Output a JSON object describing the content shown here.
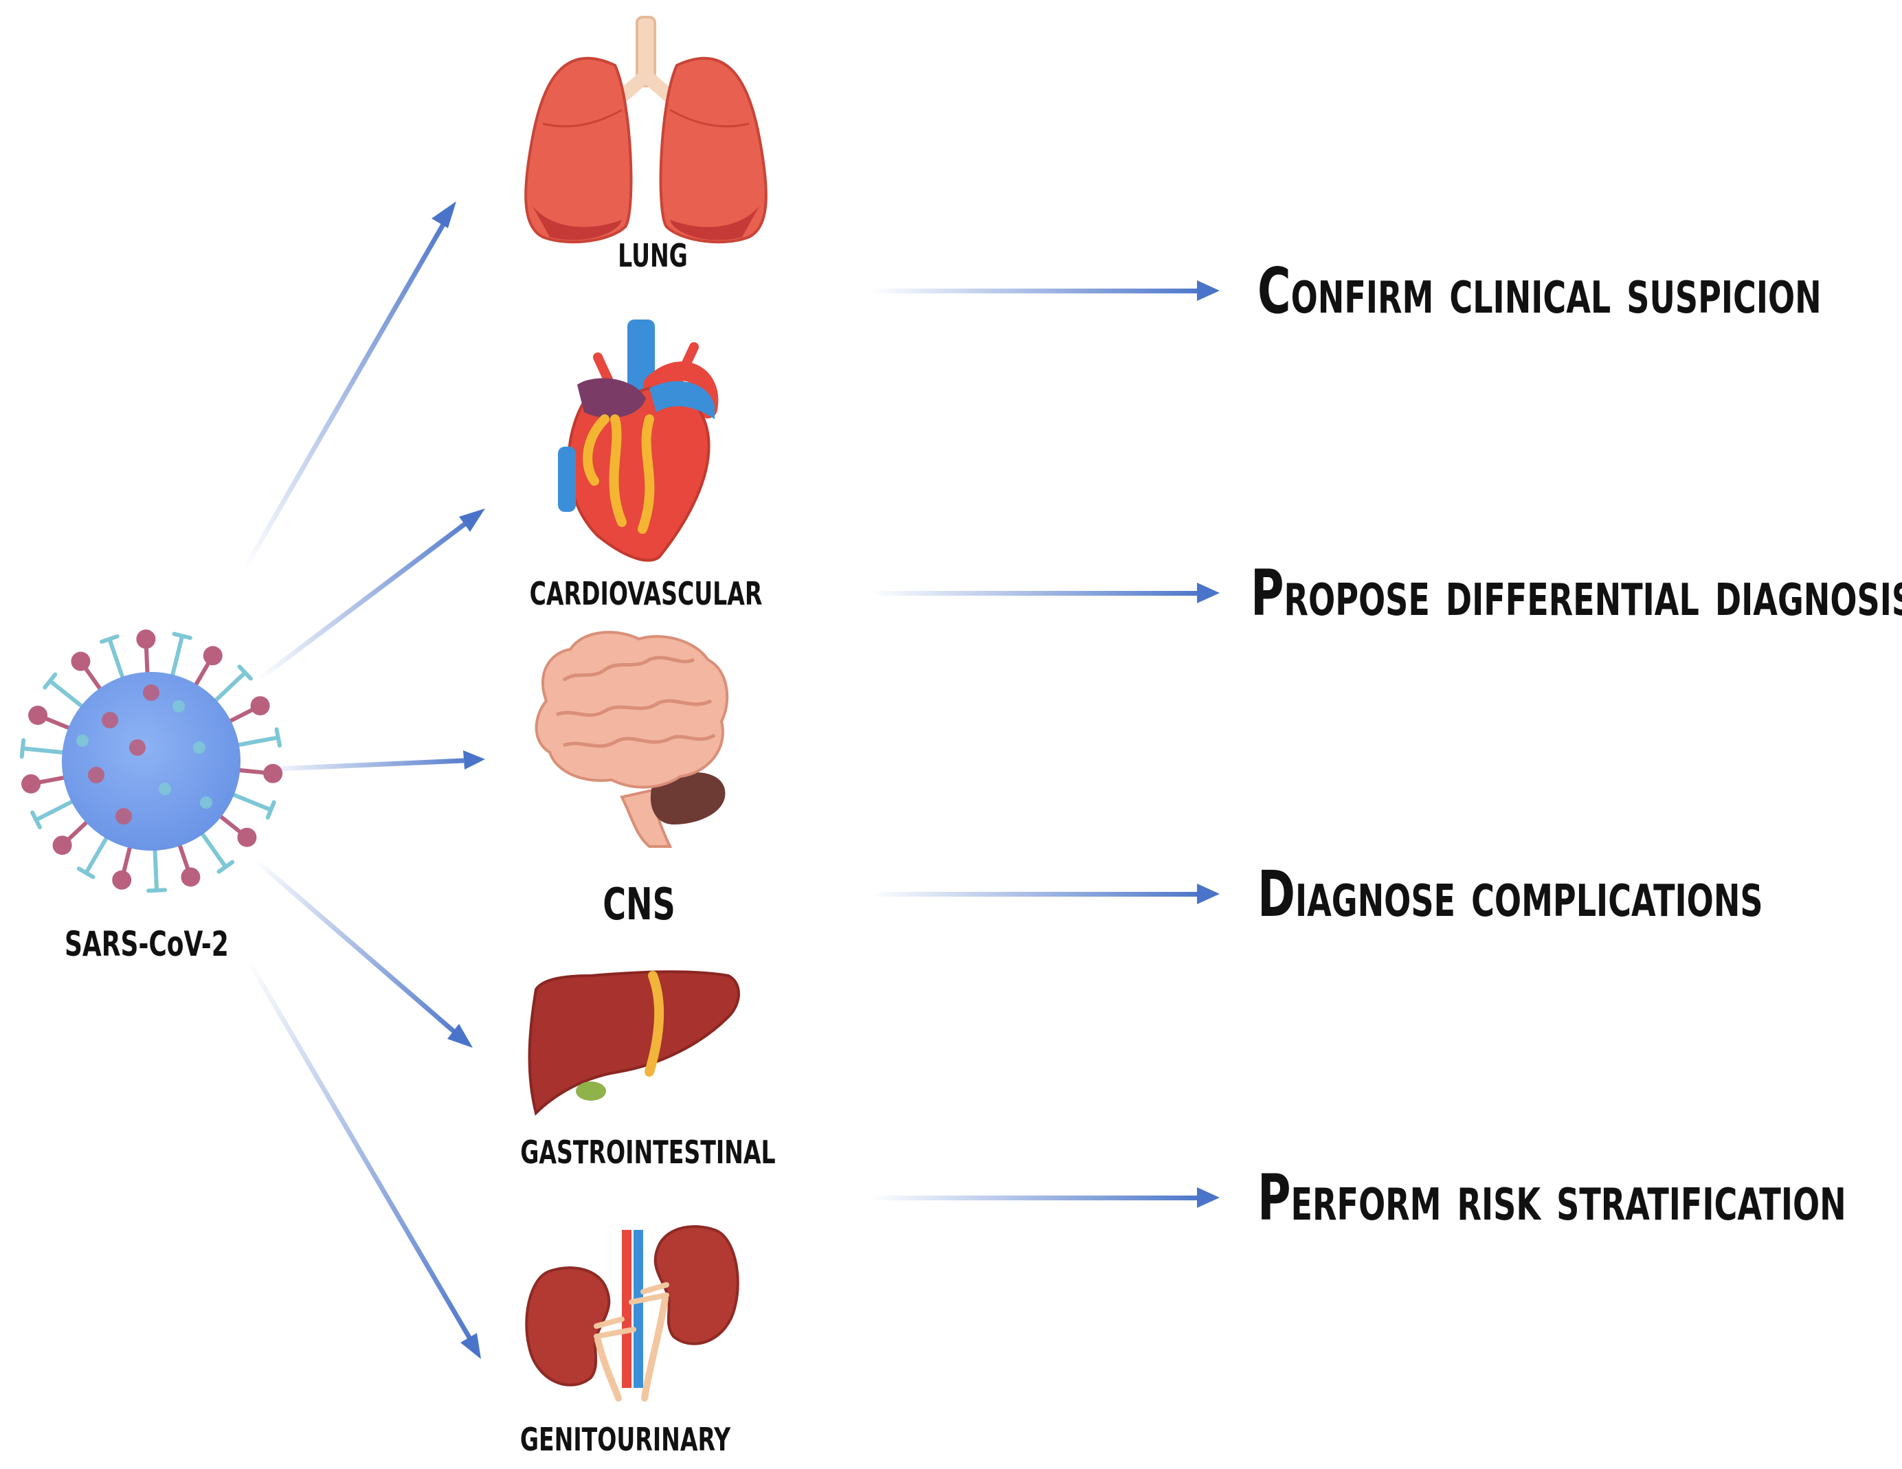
{
  "source": {
    "label": "SARS-CoV-2",
    "icon": "virus-icon"
  },
  "organs": [
    {
      "label": "LUNG",
      "icon": "lungs-icon"
    },
    {
      "label": "CARDIOVASCULAR",
      "icon": "heart-icon"
    },
    {
      "label": "CNS",
      "icon": "brain-icon"
    },
    {
      "label": "GASTROINTESTINAL",
      "icon": "liver-icon"
    },
    {
      "label": "GENITOURINARY",
      "icon": "kidneys-icon"
    }
  ],
  "outcomes": [
    {
      "label": "Confirm clinical suspicion"
    },
    {
      "label": "Propose differential diagnosis"
    },
    {
      "label": "Diagnose complications"
    },
    {
      "label": "Perform risk stratification"
    }
  ],
  "colors": {
    "arrow": "#4a74c9",
    "virus_body": "#7aa2ee",
    "virus_spike_pink": "#b8607e",
    "virus_spike_teal": "#7ec7d6",
    "lung": "#e8604f",
    "heart": "#e7473c",
    "brain": "#f3b6a0",
    "liver": "#a8322e",
    "kidney": "#b23a33"
  }
}
